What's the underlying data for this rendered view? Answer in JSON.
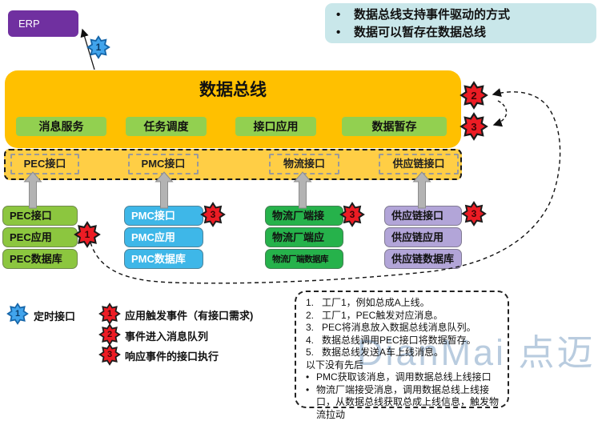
{
  "erp": {
    "label": "ERP"
  },
  "note_box": {
    "bullet": "•",
    "bullets": [
      "数据总线支持事件驱动的方式",
      "数据可以暂存在数据总线"
    ]
  },
  "bus": {
    "title": "数据总线",
    "services": [
      "消息服务",
      "任务调度",
      "接口应用",
      "数据暂存"
    ]
  },
  "interface_band": {
    "items": [
      "PEC接口",
      "PMC接口",
      "物流接口",
      "供应链接口"
    ]
  },
  "columns": [
    {
      "name": "PEC",
      "items": [
        "PEC接口",
        "PEC应用",
        "PEC数据库"
      ]
    },
    {
      "name": "PMC",
      "items": [
        "PMC接口",
        "PMC应用",
        "PMC数据库"
      ]
    },
    {
      "name": "物流厂端",
      "items": [
        "物流厂端接",
        "物流厂端应",
        "物流厂端数据库"
      ]
    },
    {
      "name": "供应链",
      "items": [
        "供应链接口",
        "供应链应用",
        "供应链数据库"
      ]
    }
  ],
  "badges": {
    "timer_top": "1",
    "queue": "2",
    "exec": "3",
    "pec_trigger": "1",
    "pmc_exec": "3",
    "logistics_exec": "3",
    "supply_exec": "3"
  },
  "legend": {
    "timer": {
      "num": "1",
      "label": "定时接口"
    },
    "steps": [
      {
        "num": "1",
        "label": "应用触发事件（有接口需求)"
      },
      {
        "num": "2",
        "label": "事件进入消息队列"
      },
      {
        "num": "3",
        "label": "响应事件的接口执行"
      }
    ]
  },
  "explanation": {
    "numbered": [
      {
        "n": "1.",
        "t": "工厂1，例如总成A上线。"
      },
      {
        "n": "2.",
        "t": "工厂1，PEC触发对应消息。"
      },
      {
        "n": "3.",
        "t": "PEC将消息放入数据总线消息队列。"
      },
      {
        "n": "4.",
        "t": "数据总线调用PEC接口将数据暂存。"
      },
      {
        "n": "5.",
        "t": "数据总线发送A车上线消息。"
      }
    ],
    "middle": "以下没有先后",
    "bullet": "•",
    "bullets": [
      "PMC获取该消息，调用数据总线上线接口",
      "物流厂端接受消息，调用数据总线上线接口，从数据总线获取总成上线信息，触发物流拉动"
    ]
  },
  "watermark": {
    "text": "DianMai 点迈"
  },
  "colors": {
    "star_red": "#EC1C24",
    "star_red_stroke": "#1a1a1a",
    "star_blue": "#41A4EC",
    "star_blue_stroke": "#1565a8",
    "bus_orange": "#FFC000",
    "band_orange": "#FFCE45",
    "service_green": "#92D050",
    "pec_green": "#8CC63F",
    "pmc_blue": "#3EB7E8",
    "logistics_green": "#26B24B",
    "supply_purple": "#B2A5D8",
    "erp_purple": "#7030A0",
    "note_cyan": "#C9E7EA"
  }
}
